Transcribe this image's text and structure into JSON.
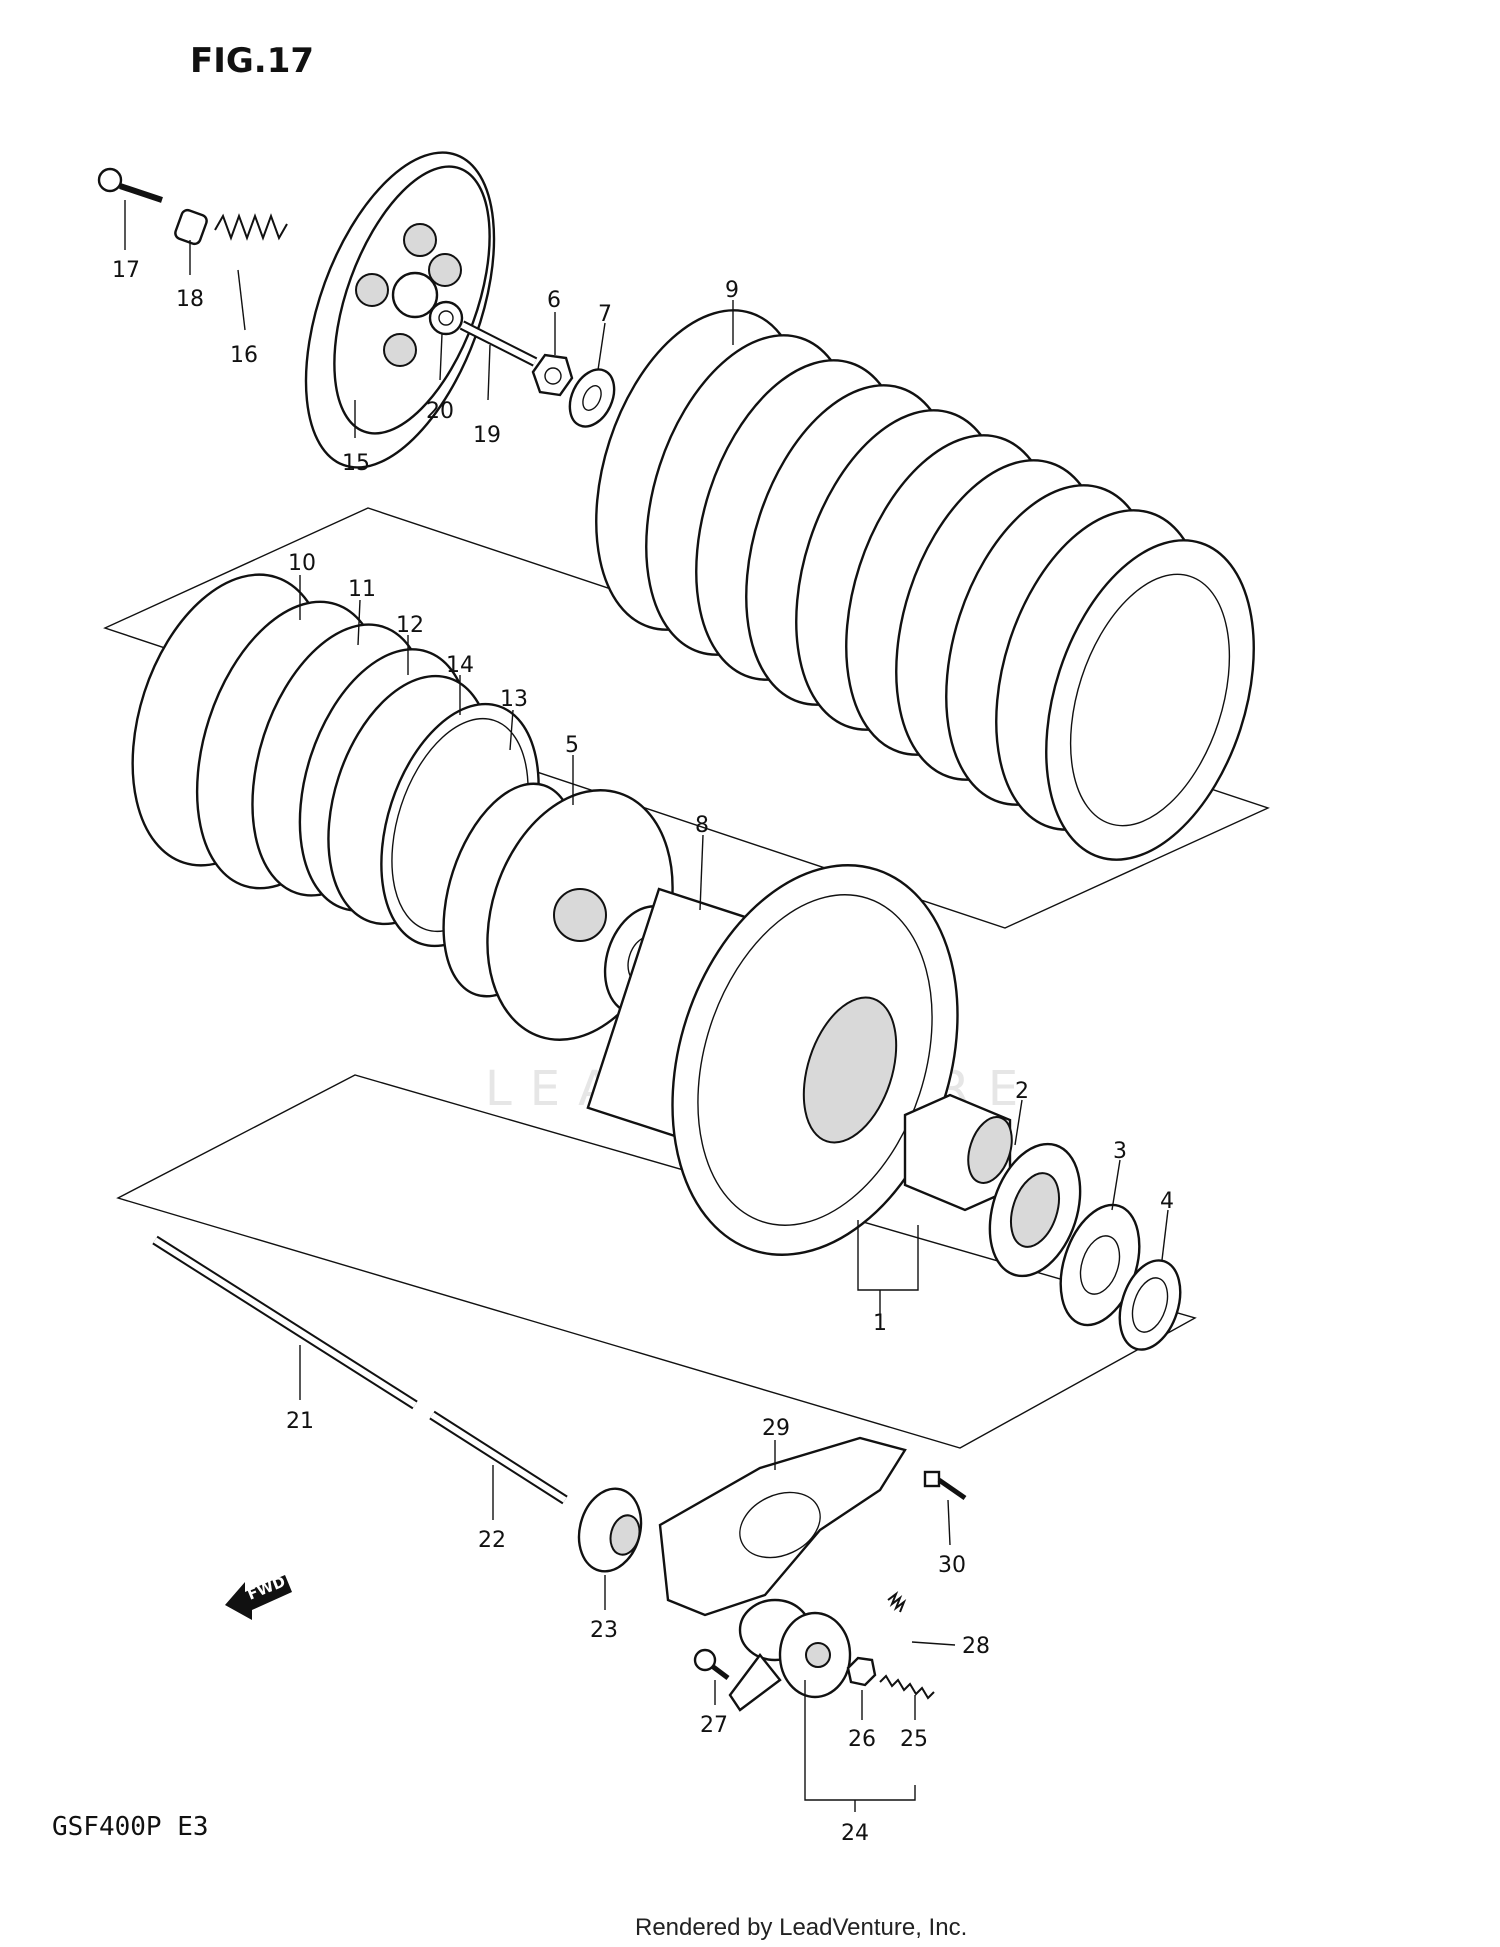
{
  "figure": {
    "title": "FIG.17",
    "model_code": "GSF400P  E3",
    "credit": "Rendered by LeadVenture, Inc.",
    "watermark": "LEADVENTURE",
    "direction_marker": "FWD"
  },
  "callouts": [
    {
      "number": "1"
    },
    {
      "number": "2"
    },
    {
      "number": "3"
    },
    {
      "number": "4"
    },
    {
      "number": "5"
    },
    {
      "number": "6"
    },
    {
      "number": "7"
    },
    {
      "number": "8"
    },
    {
      "number": "9"
    },
    {
      "number": "10"
    },
    {
      "number": "11"
    },
    {
      "number": "12"
    },
    {
      "number": "13"
    },
    {
      "number": "14"
    },
    {
      "number": "15"
    },
    {
      "number": "16"
    },
    {
      "number": "17"
    },
    {
      "number": "18"
    },
    {
      "number": "19"
    },
    {
      "number": "20"
    },
    {
      "number": "21"
    },
    {
      "number": "22"
    },
    {
      "number": "23"
    },
    {
      "number": "24"
    },
    {
      "number": "25"
    },
    {
      "number": "26"
    },
    {
      "number": "27"
    },
    {
      "number": "28"
    },
    {
      "number": "29"
    },
    {
      "number": "30"
    }
  ]
}
